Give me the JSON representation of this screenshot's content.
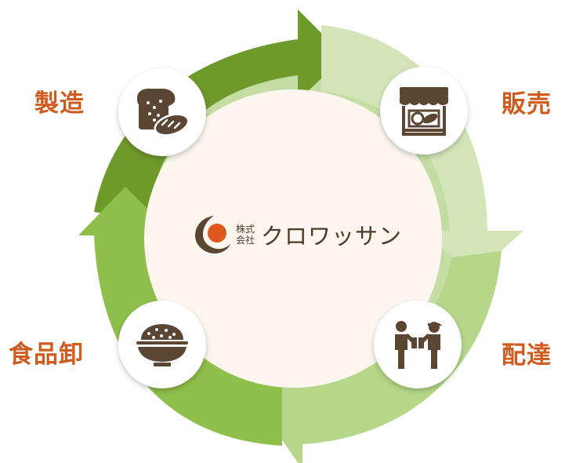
{
  "company": {
    "prefix_line1": "株式",
    "prefix_line2": "会社",
    "name": "クロワッサン"
  },
  "steps": [
    {
      "label": "製造",
      "icon": "bread-icon"
    },
    {
      "label": "販売",
      "icon": "storefront-icon"
    },
    {
      "label": "配達",
      "icon": "delivery-handover-icon"
    },
    {
      "label": "食品卸",
      "icon": "rice-bowl-icon"
    }
  ],
  "colors": {
    "label": "#cf5b1e",
    "icon_brown": "#5b4633",
    "logo_orange": "#e0571e",
    "ring_dark_green": "#6e9a2c",
    "ring_mid_green": "#8fbf4b",
    "ring_light_green": "#b6d78a",
    "ring_pale_green": "#d3e5b8",
    "center_fill": "#fcf6ef"
  }
}
